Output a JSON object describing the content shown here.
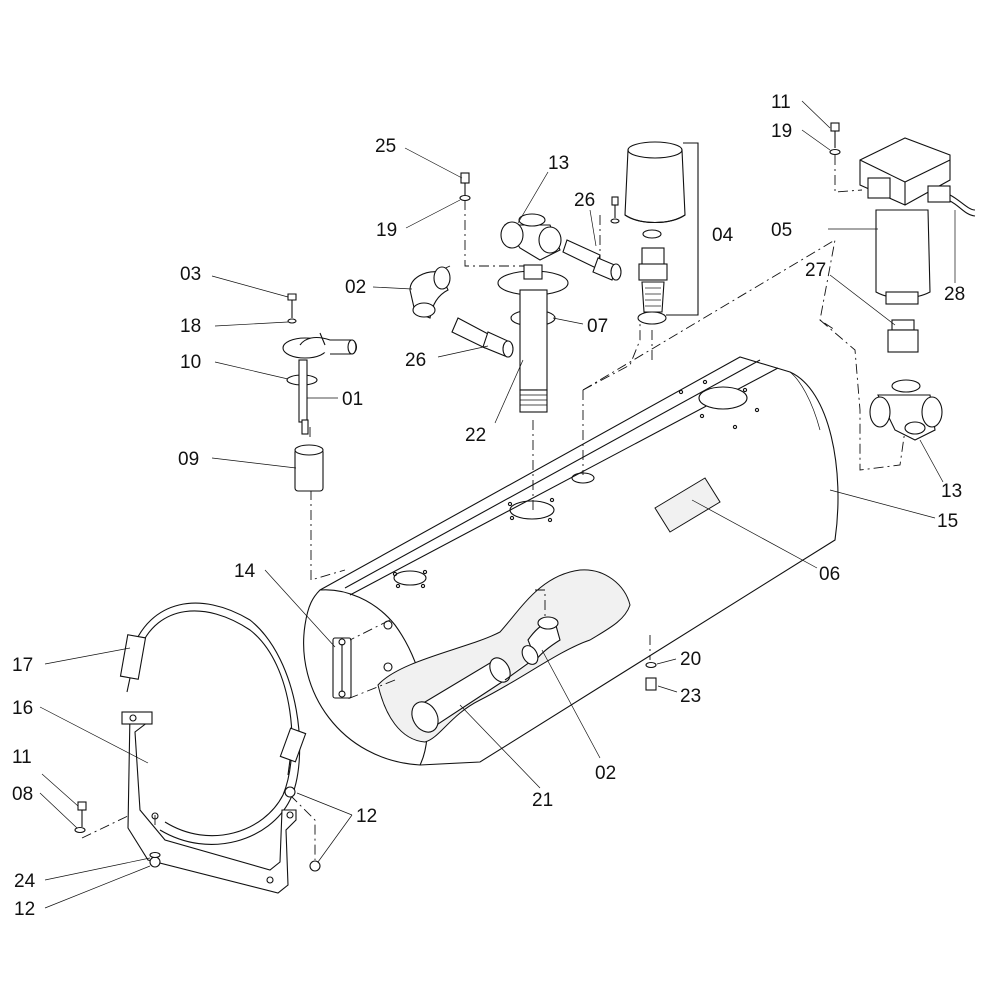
{
  "callouts": [
    {
      "id": "c-25",
      "text": "25"
    },
    {
      "id": "c-19a",
      "text": "19"
    },
    {
      "id": "c-13a",
      "text": "13"
    },
    {
      "id": "c-26a",
      "text": "26"
    },
    {
      "id": "c-04",
      "text": "04"
    },
    {
      "id": "c-11a",
      "text": "11"
    },
    {
      "id": "c-19b",
      "text": "19"
    },
    {
      "id": "c-05",
      "text": "05"
    },
    {
      "id": "c-27",
      "text": "27"
    },
    {
      "id": "c-28",
      "text": "28"
    },
    {
      "id": "c-03",
      "text": "03"
    },
    {
      "id": "c-02a",
      "text": "02"
    },
    {
      "id": "c-18",
      "text": "18"
    },
    {
      "id": "c-07",
      "text": "07"
    },
    {
      "id": "c-10",
      "text": "10"
    },
    {
      "id": "c-26b",
      "text": "26"
    },
    {
      "id": "c-01",
      "text": "01"
    },
    {
      "id": "c-22",
      "text": "22"
    },
    {
      "id": "c-09",
      "text": "09"
    },
    {
      "id": "c-13b",
      "text": "13"
    },
    {
      "id": "c-15",
      "text": "15"
    },
    {
      "id": "c-14",
      "text": "14"
    },
    {
      "id": "c-06",
      "text": "06"
    },
    {
      "id": "c-17",
      "text": "17"
    },
    {
      "id": "c-20",
      "text": "20"
    },
    {
      "id": "c-16",
      "text": "16"
    },
    {
      "id": "c-23",
      "text": "23"
    },
    {
      "id": "c-11b",
      "text": "11"
    },
    {
      "id": "c-08",
      "text": "08"
    },
    {
      "id": "c-12a",
      "text": "12"
    },
    {
      "id": "c-02b",
      "text": "02"
    },
    {
      "id": "c-21",
      "text": "21"
    },
    {
      "id": "c-24",
      "text": "24"
    },
    {
      "id": "c-12b",
      "text": "12"
    }
  ]
}
